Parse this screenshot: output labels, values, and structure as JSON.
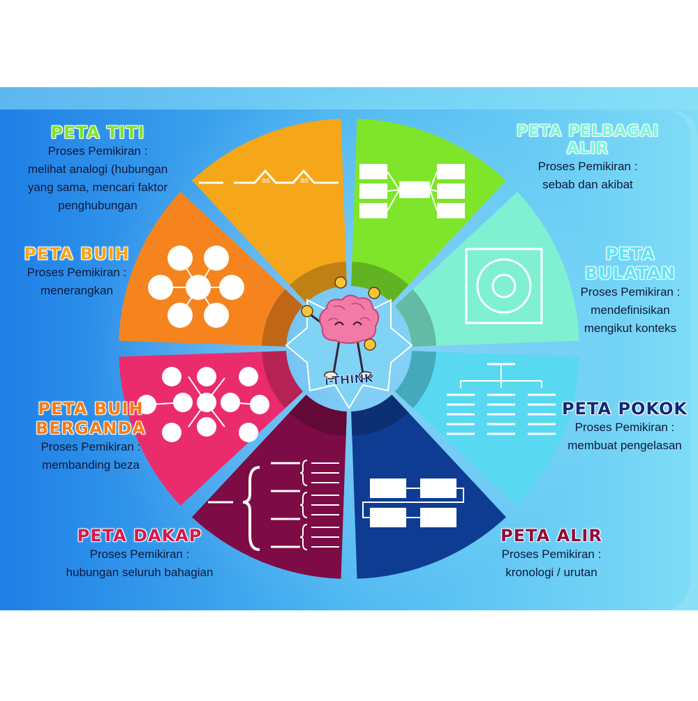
{
  "center": {
    "logo_text": "i-THINK"
  },
  "maps": [
    {
      "id": "titi",
      "title": "PETA TITI",
      "subtitle": "Proses Pemikiran :",
      "description": [
        "melihat analogi (hubungan",
        "yang sama, mencari faktor",
        "penghubungan"
      ],
      "title_color": "#7ee52a",
      "color": "#7ee52a",
      "icon_text": [
        "as",
        "as"
      ]
    },
    {
      "id": "pelbagai",
      "title": "PETA PELBAGAI ALIR",
      "subtitle": "Proses Pemikiran :",
      "description": [
        "sebab dan akibat"
      ],
      "title_color": "#7ff5d6",
      "color": "#7ff0d2"
    },
    {
      "id": "bulatan",
      "title": "PETA BULATAN",
      "subtitle": "Proses Pemikiran :",
      "description": [
        "mendefinisikan",
        "mengikut konteks"
      ],
      "title_color": "#5fe3f5",
      "color": "#58d9f1"
    },
    {
      "id": "pokok",
      "title": "PETA POKOK",
      "subtitle": "Proses Pemikiran :",
      "description": [
        "membuat pengelasan"
      ],
      "title_color": "#0d2a78",
      "color": "#0f3c93"
    },
    {
      "id": "alir",
      "title": "PETA ALIR",
      "subtitle": "Proses Pemikiran :",
      "description": [
        "kronologi / urutan"
      ],
      "title_color": "#8e0d3a",
      "color": "#7d0b45"
    },
    {
      "id": "dakap",
      "title": "PETA DAKAP",
      "subtitle": "Proses Pemikiran :",
      "description": [
        "hubungan seluruh bahagian"
      ],
      "title_color": "#d8184a",
      "color": "#eb2c6c"
    },
    {
      "id": "berganda",
      "title": "PETA BUIH BERGANDA",
      "title_lines": [
        "PETA BUIH",
        "BERGANDA"
      ],
      "subtitle": "Proses Pemikiran :",
      "description": [
        "membanding beza"
      ],
      "title_color": "#f47d16",
      "color": "#f5841e"
    },
    {
      "id": "buih",
      "title": "PETA BUIH",
      "subtitle": "Proses Pemikiran :",
      "description": [
        "menerangkan"
      ],
      "title_color": "#f7a51a",
      "color": "#f6a619"
    }
  ],
  "colors": {
    "background_dark": "#1e86ea",
    "background_light": "#7fe0f8",
    "brain": "#f17aa6",
    "star": "#7fd3f4"
  }
}
